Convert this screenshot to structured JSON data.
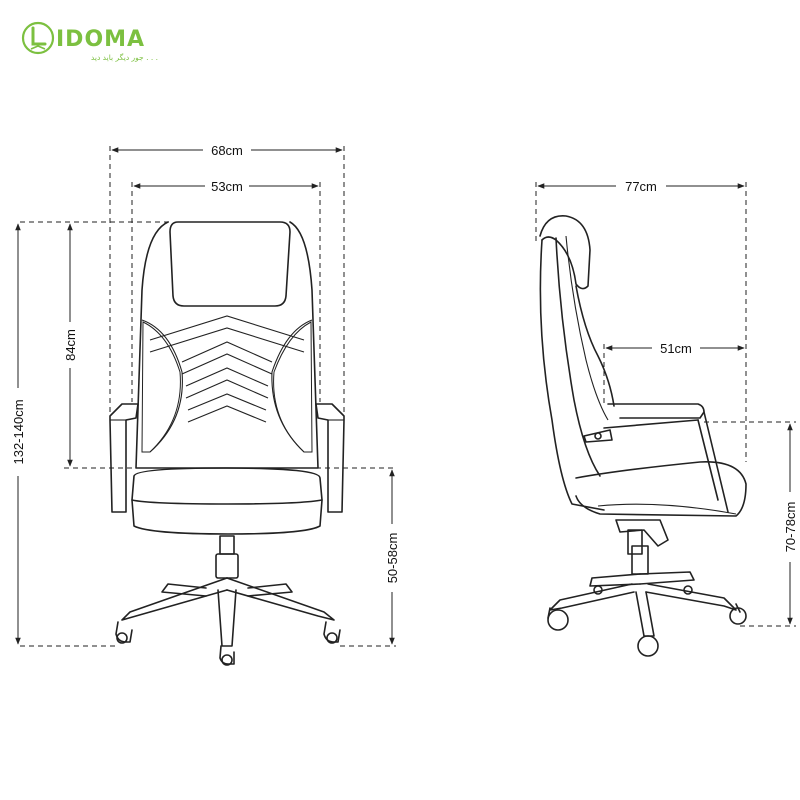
{
  "brand": {
    "name": "LIDOMA",
    "logo_letters": "IDOMA",
    "tagline": "جور دیگر باید دید . . .",
    "color": "#7cc040"
  },
  "front_view": {
    "total_width": "68cm",
    "seat_width": "53cm",
    "back_height": "84cm",
    "total_height": "132-140cm",
    "seat_height": "50-58cm"
  },
  "side_view": {
    "total_depth": "77cm",
    "seat_depth": "51cm",
    "armrest_height": "70-78cm"
  },
  "colors": {
    "stroke": "#222222",
    "background": "#ffffff"
  }
}
